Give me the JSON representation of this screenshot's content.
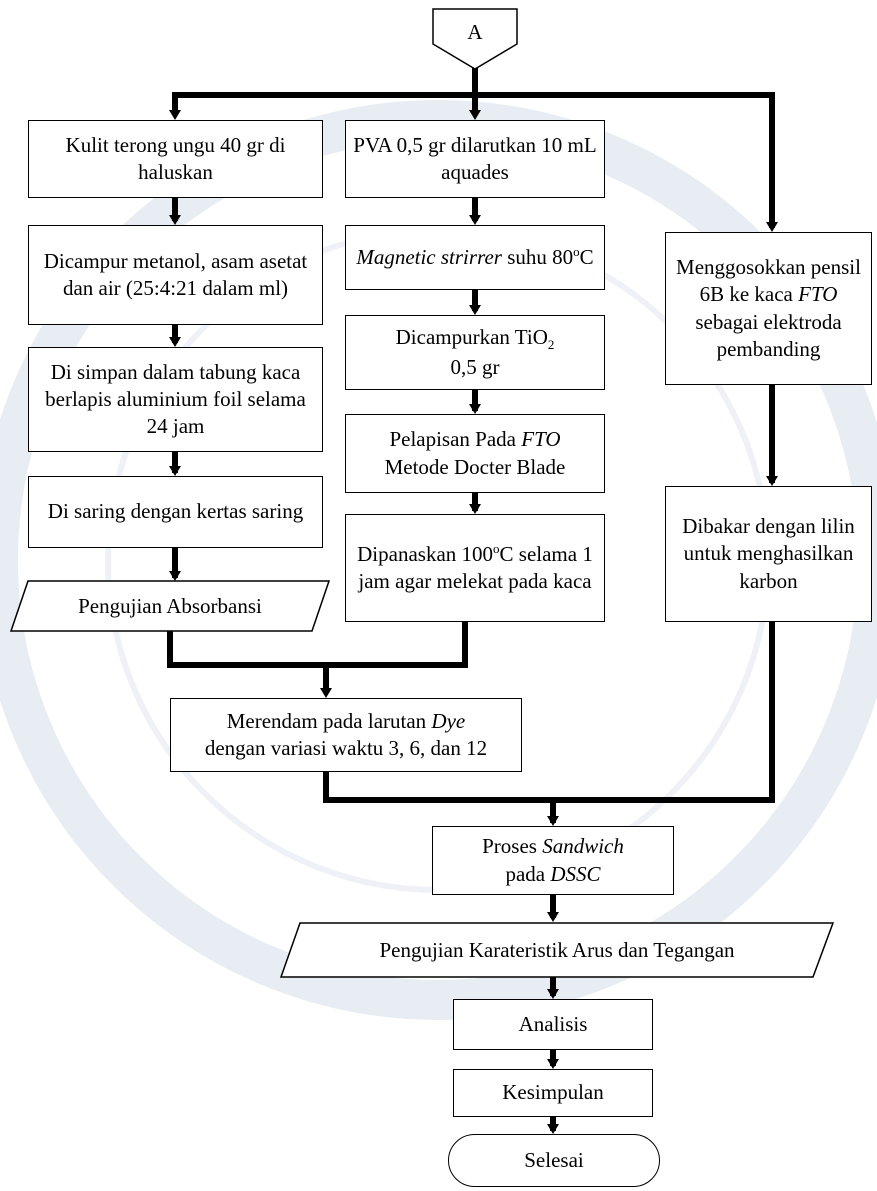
{
  "connector": "A",
  "left": {
    "step1": "Kulit terong ungu 40 gr di haluskan",
    "step2": "Dicampur metanol, asam asetat dan air (25:4:21 dalam ml)",
    "step3": "Di simpan dalam tabung kaca berlapis aluminium foil selama 24 jam",
    "step4": "Di saring dengan kertas saring",
    "io": "Pengujian Absorbansi"
  },
  "middle": {
    "step1": "PVA 0,5 gr dilarutkan 10 mL aquades",
    "step2_italic": "Magnetic strirrer",
    "step2_rest": " suhu 80",
    "step2_sup": "o",
    "step2_unit": "C",
    "step3_a": "Dicampurkan TiO",
    "step3_sub": "2",
    "step3_b": "0,5 gr",
    "step4_a": "Pelapisan Pada ",
    "step4_italic": "FTO",
    "step4_b": "Metode Docter Blade",
    "step5_a": "Dipanaskan 100",
    "step5_sup": "o",
    "step5_b": "C selama 1 jam agar melekat pada kaca"
  },
  "right": {
    "step1_a": "Menggosokkan pensil 6B ke kaca ",
    "step1_italic": "FTO",
    "step1_b": " sebagai elektroda pembanding",
    "step2": "Dibakar dengan lilin untuk menghasilkan karbon"
  },
  "soak": {
    "line1_a": "Merendam pada larutan ",
    "line1_italic": "Dye",
    "line2": "dengan variasi waktu 3, 6, dan 12"
  },
  "sandwich": {
    "a": "Proses ",
    "italic1": "Sandwich",
    "b": "pada ",
    "italic2": "DSSC"
  },
  "io2": "Pengujian Karateristik Arus dan Tegangan",
  "analysis": "Analisis",
  "conclusion": "Kesimpulan",
  "end": "Selesai",
  "colors": {
    "line": "#000000",
    "watermark": "#dfe6ef"
  }
}
